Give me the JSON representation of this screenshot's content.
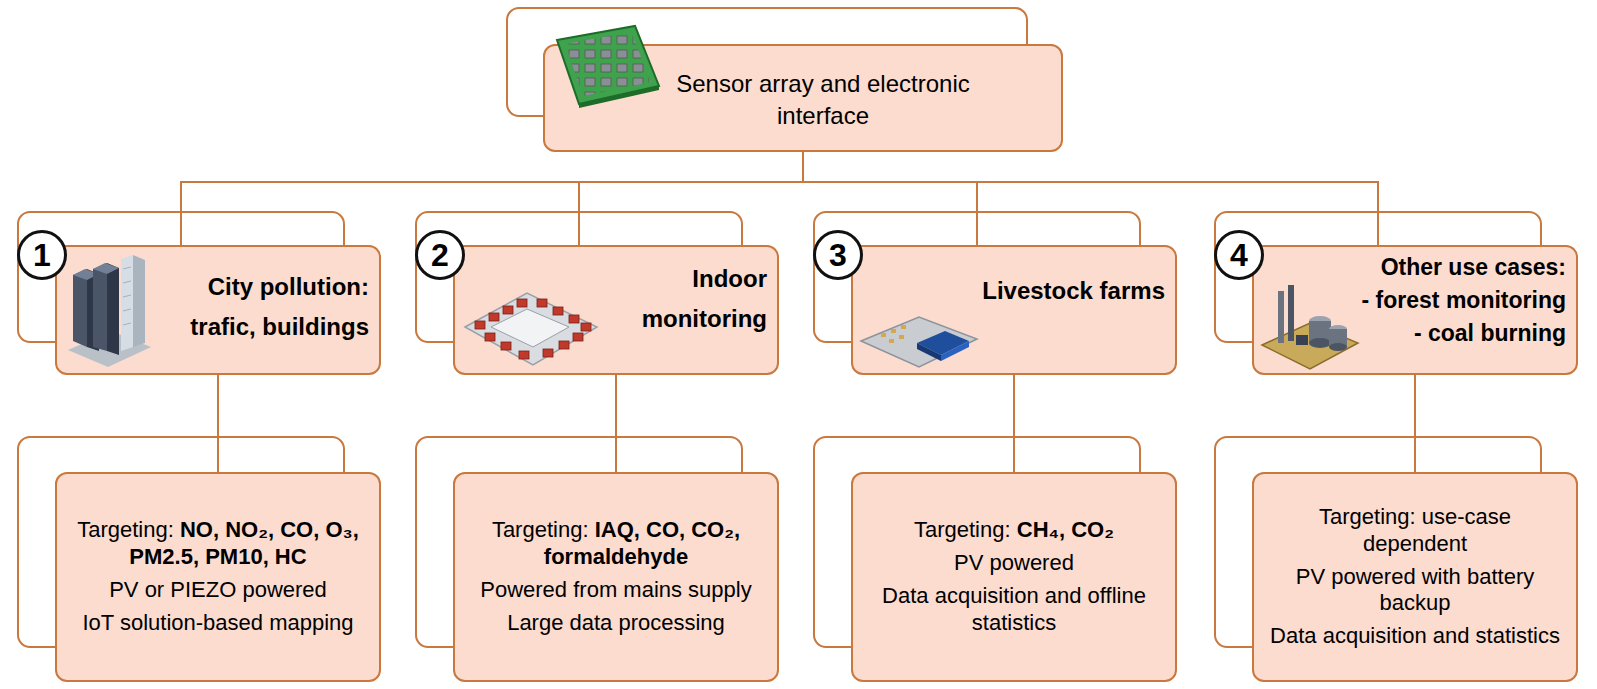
{
  "diagram": {
    "nodes": [
      {
        "text": [
          "Sensor array and electronic interface"
        ]
      },
      {
        "text": [
          "City pollution: trafic, buildings"
        ]
      },
      {
        "text": [
          "Indoor monitoring"
        ]
      },
      {
        "text": [
          "Livestock farms"
        ]
      },
      {
        "text": [
          "Other use cases:",
          "- forest monitoring",
          "- coal burning"
        ]
      },
      {
        "text": [
          "Targeting:",
          "NO, NO₂, CO, O₃, PM2.5, PM10, HC",
          "PV or PIEZO powered",
          "IoT solution-based mapping"
        ]
      },
      {
        "text": [
          "Targeting:",
          "IAQ, CO, CO₂, formaldehyde",
          "Powered from mains supply",
          "Large data processing"
        ]
      },
      {
        "text": [
          "Targeting:",
          "CH₄, CO₂",
          "PV powered",
          "Data acquisition and offline statistics"
        ]
      },
      {
        "text": [
          "Targeting: use-case dependent",
          "PV powered with battery backup",
          "Data acquisition and statistics"
        ]
      }
    ],
    "edges": [
      {
        "from": 0,
        "to": 1,
        "arrow": "none"
      },
      {
        "from": 0,
        "to": 2,
        "arrow": "none"
      },
      {
        "from": 0,
        "to": 3,
        "arrow": "none"
      },
      {
        "from": 0,
        "to": 4,
        "arrow": "none"
      },
      {
        "from": 1,
        "to": 5,
        "arrow": "none"
      },
      {
        "from": 2,
        "to": 6,
        "arrow": "none"
      },
      {
        "from": 3,
        "to": 7,
        "arrow": "none"
      },
      {
        "from": 4,
        "to": 8,
        "arrow": "none"
      }
    ],
    "labels": [
      "1",
      "2",
      "3",
      "4"
    ]
  }
}
